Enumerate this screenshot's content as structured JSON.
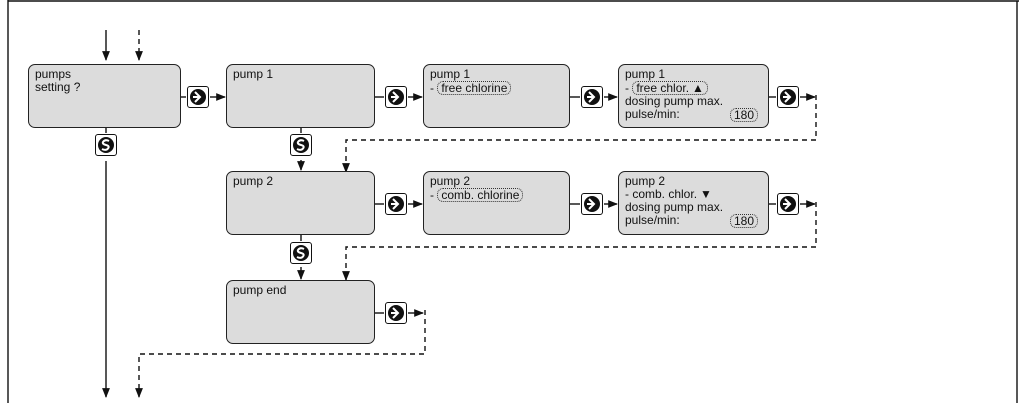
{
  "colors": {
    "display_bg": "#dcdcdc",
    "line": "#111111"
  },
  "icons": {
    "enter_key": "enter-arrow-icon",
    "scroll_key": "s-scroll-icon"
  },
  "menu": {
    "text": "pumps\nsetting ?"
  },
  "pump1": {
    "title": "pump 1",
    "select_dash": "-",
    "select_value": "free chlorine",
    "detail_title": "pump 1",
    "detail_dash": "-",
    "detail_value": "free chlor.",
    "detail_arrow": "▲",
    "detail_line3": "dosing pump max.",
    "detail_label4": "pulse/min:",
    "detail_rate": "180"
  },
  "pump2": {
    "title": "pump 2",
    "select_dash": "-",
    "select_value": "comb. chlorine",
    "detail_title": "pump 2",
    "detail_value": "-  comb. chlor.",
    "detail_arrow": "▼",
    "detail_line3": "dosing pump max.",
    "detail_label4": "pulse/min:",
    "detail_rate": "180"
  },
  "pump_end": {
    "title": "pump end"
  }
}
